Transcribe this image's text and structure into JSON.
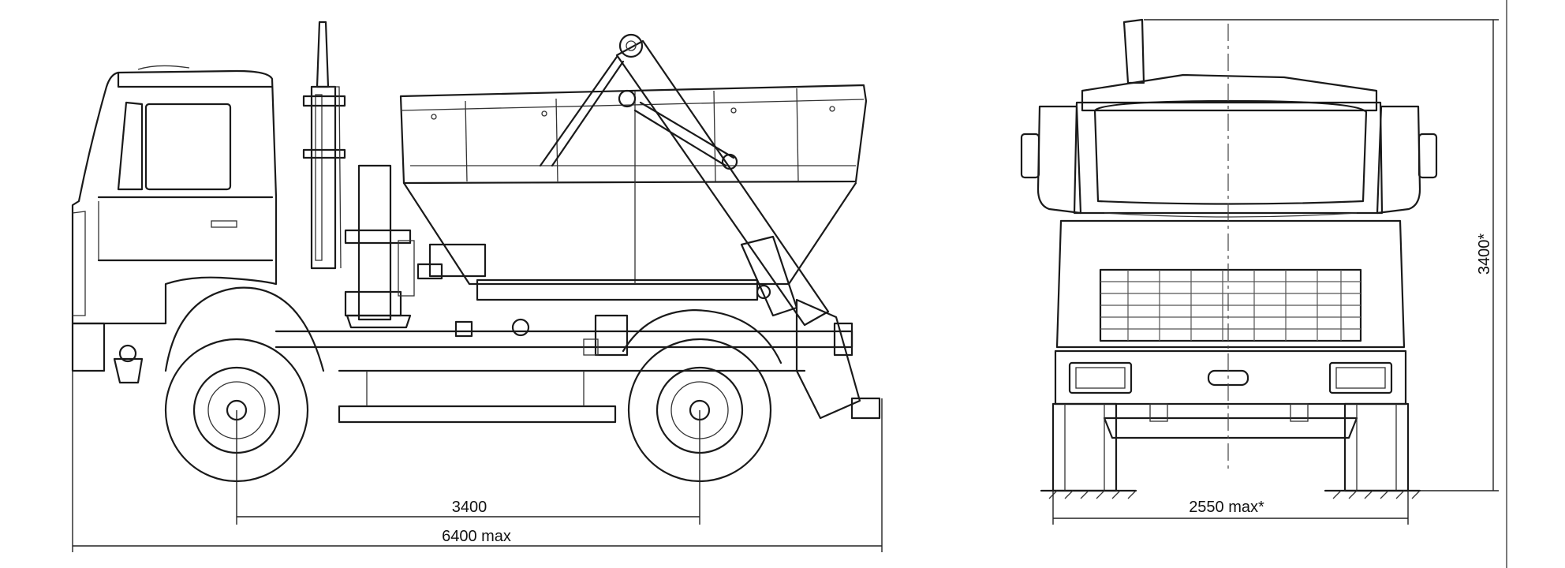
{
  "dimensions": {
    "wheelbase": "3400",
    "overall_length": "6400 max",
    "overall_width": "2550 max*",
    "overall_height": "3400*"
  }
}
